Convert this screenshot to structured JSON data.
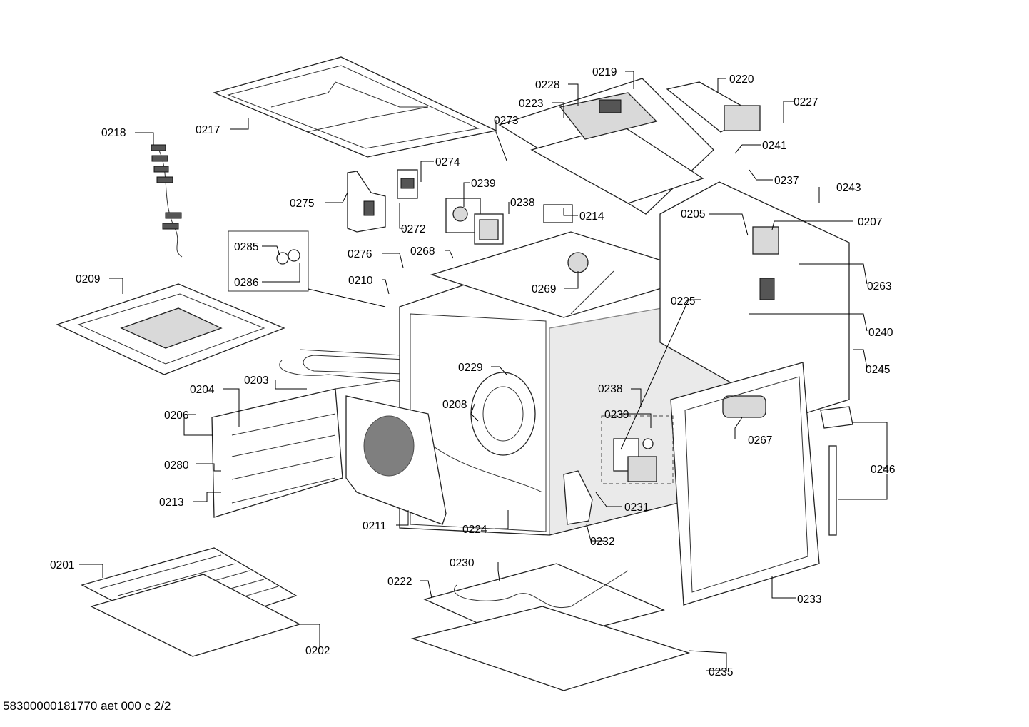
{
  "document": {
    "reference": "58300000181770 aet 000 c 2/2"
  },
  "callouts": [
    "0201",
    "0202",
    "0203",
    "0204",
    "0205",
    "0206",
    "0207",
    "0208",
    "0209",
    "0210",
    "0211",
    "0213",
    "0214",
    "0217",
    "0218",
    "0219",
    "0220",
    "0222",
    "0223",
    "0224",
    "0225",
    "0227",
    "0228",
    "0229",
    "0230",
    "0231",
    "0232",
    "0233",
    "0235",
    "0237",
    "0238",
    "0238",
    "0239",
    "0239",
    "0240",
    "0241",
    "0243",
    "0245",
    "0246",
    "0246",
    "0263",
    "0267",
    "0268",
    "0269",
    "0272",
    "0273",
    "0274",
    "0275",
    "0276",
    "0280",
    "0285",
    "0286"
  ]
}
